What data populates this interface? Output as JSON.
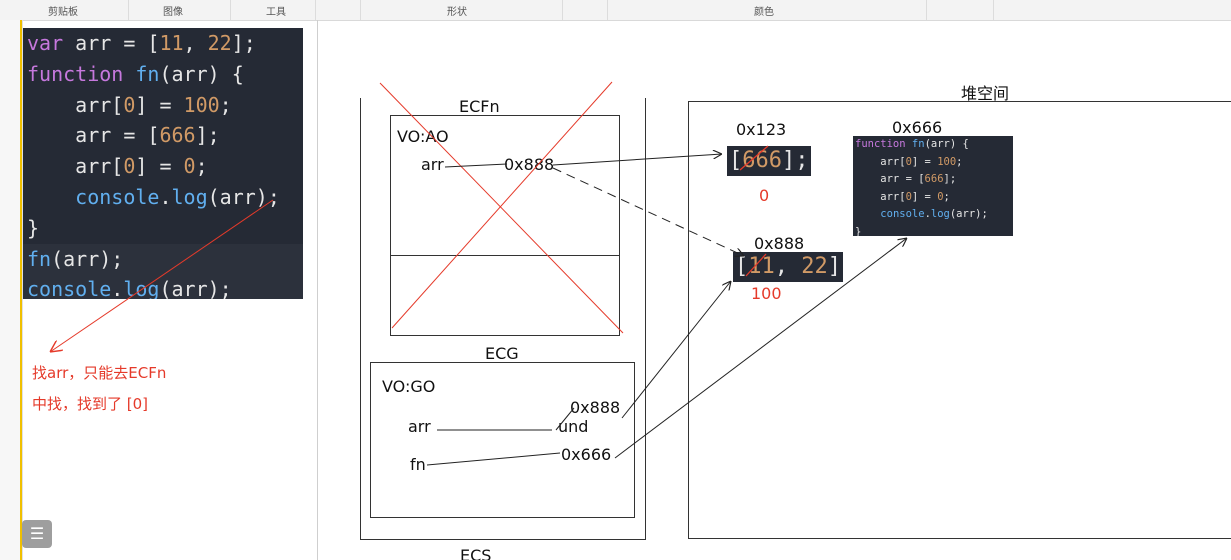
{
  "ribbon": {
    "groups": [
      "剪贴板",
      "图像",
      "工具",
      "形状",
      "颜色"
    ]
  },
  "code": {
    "lines": [
      {
        "tokens": [
          [
            "kw",
            "var"
          ],
          [
            "pn",
            " arr = ["
          ],
          [
            "num",
            "11"
          ],
          [
            "pn",
            ", "
          ],
          [
            "num",
            "22"
          ],
          [
            "pn",
            "];"
          ]
        ]
      },
      {
        "tokens": [
          [
            "kw",
            "function"
          ],
          [
            "pn",
            " "
          ],
          [
            "fn",
            "fn"
          ],
          [
            "pn",
            "(arr) {"
          ]
        ]
      },
      {
        "tokens": [
          [
            "pn",
            "    arr["
          ],
          [
            "num",
            "0"
          ],
          [
            "pn",
            "] = "
          ],
          [
            "num",
            "100"
          ],
          [
            "pn",
            ";"
          ]
        ]
      },
      {
        "tokens": [
          [
            "pn",
            "    arr = ["
          ],
          [
            "num",
            "666"
          ],
          [
            "pn",
            "];"
          ]
        ]
      },
      {
        "tokens": [
          [
            "pn",
            "    arr["
          ],
          [
            "num",
            "0"
          ],
          [
            "pn",
            "] = "
          ],
          [
            "num",
            "0"
          ],
          [
            "pn",
            ";"
          ]
        ]
      },
      {
        "tokens": [
          [
            "pn",
            "    "
          ],
          [
            "fn",
            "console"
          ],
          [
            "pn",
            "."
          ],
          [
            "fn",
            "log"
          ],
          [
            "pn",
            "(arr);"
          ]
        ]
      },
      {
        "tokens": [
          [
            "pn",
            "}"
          ]
        ]
      },
      {
        "tokens": [
          [
            "fn",
            "fn"
          ],
          [
            "pn",
            "(arr);"
          ]
        ]
      },
      {
        "tokens": [
          [
            "fn",
            "console"
          ],
          [
            "pn",
            "."
          ],
          [
            "fn",
            "log"
          ],
          [
            "pn",
            "(arr);"
          ]
        ]
      }
    ]
  },
  "thumb": {
    "lines": [
      {
        "tokens": [
          [
            "kw",
            "function"
          ],
          [
            "pn",
            " "
          ],
          [
            "fn",
            "fn"
          ],
          [
            "pn",
            "(arr) {"
          ]
        ]
      },
      {
        "tokens": [
          [
            "pn",
            "    arr["
          ],
          [
            "num",
            "0"
          ],
          [
            "pn",
            "] = "
          ],
          [
            "num",
            "100"
          ],
          [
            "pn",
            ";"
          ]
        ]
      },
      {
        "tokens": [
          [
            "pn",
            "    arr = ["
          ],
          [
            "num",
            "666"
          ],
          [
            "pn",
            "];"
          ]
        ]
      },
      {
        "tokens": [
          [
            "pn",
            "    arr["
          ],
          [
            "num",
            "0"
          ],
          [
            "pn",
            "] = "
          ],
          [
            "num",
            "0"
          ],
          [
            "pn",
            ";"
          ]
        ]
      },
      {
        "tokens": [
          [
            "pn",
            "    "
          ],
          [
            "fn",
            "console"
          ],
          [
            "pn",
            "."
          ],
          [
            "fn",
            "log"
          ],
          [
            "pn",
            "(arr);"
          ]
        ]
      },
      {
        "tokens": [
          [
            "pn",
            "}"
          ]
        ]
      }
    ]
  },
  "annotation": {
    "line1": "找arr，只能去ECFn",
    "line2": "中找，找到了  [0]"
  },
  "diagram": {
    "ecfn_title": "ECFn",
    "vo_ao": "VO:AO",
    "ao_arr": "arr",
    "ao_arr_value": "0x888",
    "ecg_title": "ECG",
    "vo_go": "VO:GO",
    "go_arr": "arr",
    "go_arr_value_new": "0x888",
    "go_arr_value_old": "und",
    "go_fn": "fn",
    "go_fn_value": "0x666",
    "ecs_title": "ECS",
    "heap_title": "堆空间",
    "heap_addr_123": "0x123",
    "heap_arr_123_open": "[",
    "heap_arr_123_val": "666",
    "heap_arr_123_close": "];",
    "heap_arr_123_note": "0",
    "heap_addr_888": "0x888",
    "heap_arr_888_open": "[",
    "heap_arr_888_v1": "11",
    "heap_arr_888_sep": ", ",
    "heap_arr_888_v2": "22",
    "heap_arr_888_close": "]",
    "heap_arr_888_note": "100",
    "heap_addr_666": "0x666"
  },
  "colors": {
    "annotation": "#e53a2a",
    "code_bg": "#252a35"
  },
  "icons": {
    "menu": "list-icon"
  }
}
